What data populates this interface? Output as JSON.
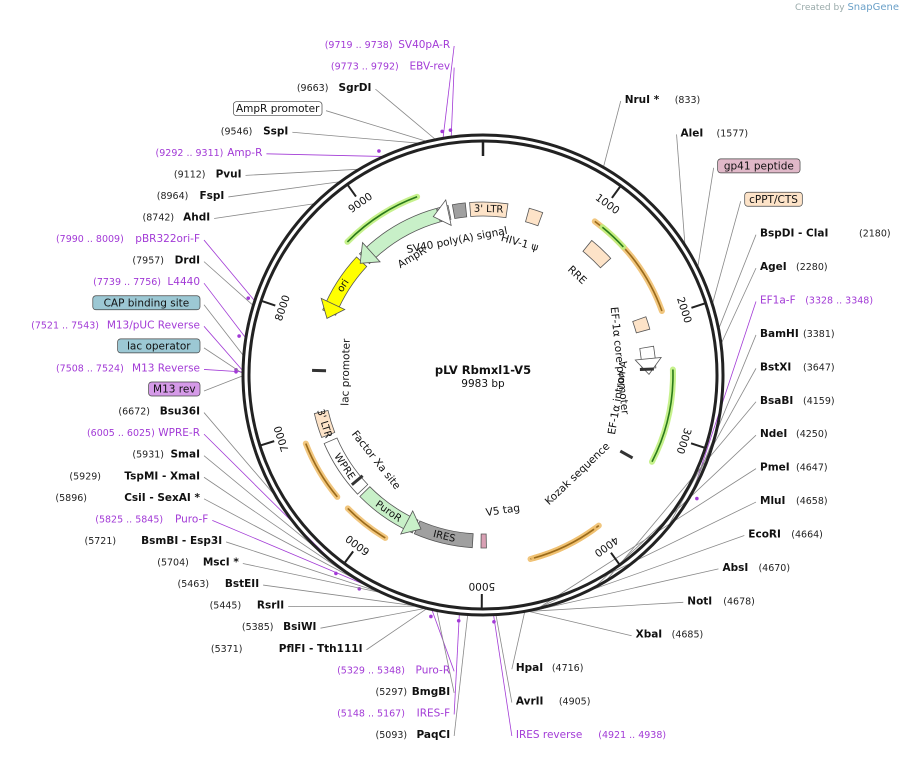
{
  "brand": {
    "created_by": "Created by",
    "app": "SnapGene"
  },
  "plasmid": {
    "name": "pLV Rbmxl1-V5",
    "size_label": "9983 bp",
    "length": 9983
  },
  "ticks": [
    1000,
    2000,
    3000,
    4000,
    5000,
    6000,
    7000,
    8000,
    9000
  ],
  "features": [
    {
      "name": "3' LTR",
      "start": 9860,
      "end": 230,
      "style": "box",
      "color": "#fde3c8",
      "label_inside": true
    },
    {
      "name": "HIV-1 ψ",
      "start": 430,
      "end": 560,
      "style": "box",
      "color": "#fde3c8"
    },
    {
      "name": "RRE",
      "start": 1080,
      "end": 1320,
      "style": "box",
      "color": "#fde3c8"
    },
    {
      "name": "cPPT/CTS",
      "start": 1950,
      "end": 2070,
      "style": "box",
      "color": "#fde3c8"
    },
    {
      "name": "EF-1α core promoter",
      "start": 2230,
      "end": 2430,
      "style": "arrow",
      "color": "#ffffff",
      "dir": 1
    },
    {
      "name": "EF-1α intron A",
      "start": 2440,
      "end": 2800,
      "style": "tick"
    },
    {
      "name": "Kozak sequence",
      "start": 3300,
      "end": 3320,
      "style": "tick"
    },
    {
      "name": "V5 tag",
      "start": 4960,
      "end": 5010,
      "style": "box",
      "color": "#d9a0b4"
    },
    {
      "name": "IRES",
      "start": 5090,
      "end": 5640,
      "style": "box",
      "color": "#a0a0a0",
      "label_inside": true
    },
    {
      "name": "PuroR",
      "start": 5660,
      "end": 6250,
      "style": "arrow",
      "color": "#c8f0c8",
      "dir": -1,
      "label_inside": true
    },
    {
      "name": "WPRE",
      "start": 6280,
      "end": 6840,
      "style": "box",
      "color": "#ffffff",
      "label_inside": true
    },
    {
      "name": "3' LTR",
      "start": 6900,
      "end": 7130,
      "style": "box",
      "color": "#fde3c8",
      "label_inside": true
    },
    {
      "name": "lac promoter",
      "start": 7530,
      "end": 7560,
      "style": "tick"
    },
    {
      "name": "ori",
      "start": 8100,
      "end": 8680,
      "style": "arrow",
      "color": "#ffff00",
      "dir": -1,
      "label_inside": true
    },
    {
      "name": "AmpR",
      "start": 8720,
      "end": 9550,
      "style": "arrow",
      "color": "#c8f0c8",
      "dir": -1
    },
    {
      "name": "AmpR promoter",
      "start": 9560,
      "end": 9660,
      "style": "arrow",
      "color": "#ffffff",
      "dir": -1
    },
    {
      "name": "SV40 poly(A) signal",
      "start": 9700,
      "end": 9820,
      "style": "box",
      "color": "#a0a0a0"
    },
    {
      "name": "Factor Xa site",
      "start": 6380,
      "end": 6400,
      "style": "tick"
    }
  ],
  "inner_labels": [
    {
      "text": "3' LTR",
      "at": 50
    },
    {
      "text": "HIV-1 ψ",
      "at": 430
    },
    {
      "text": "RRE",
      "at": 1200
    },
    {
      "text": "EF-1α core promoter",
      "at": 2330
    },
    {
      "text": "EF-1α intron A",
      "at": 2760
    },
    {
      "text": "Kozak sequence",
      "at": 3780
    },
    {
      "text": "V5 tag",
      "at": 4760
    },
    {
      "text": "IRES",
      "at": 5380
    },
    {
      "text": "PuroR",
      "at": 5960
    },
    {
      "text": "WPRE",
      "at": 6560
    },
    {
      "text": "Factor Xa site",
      "at": 6420
    },
    {
      "text": "3' LTR",
      "at": 7010
    },
    {
      "text": "lac promoter",
      "at": 7520
    },
    {
      "text": "ori",
      "at": 8390
    },
    {
      "text": "AmpR",
      "at": 9120
    },
    {
      "text": "SV40 poly(A) signal",
      "at": 9680
    }
  ],
  "orange_arcs": [
    {
      "start": 1000,
      "end": 1950
    },
    {
      "start": 3950,
      "end": 4590
    },
    {
      "start": 4000,
      "end": 4560
    },
    {
      "start": 5850,
      "end": 6250
    },
    {
      "start": 6380,
      "end": 6900
    }
  ],
  "green_arcs": [
    {
      "start": 1080,
      "end": 1320
    },
    {
      "start": 2450,
      "end": 3250
    },
    {
      "start": 8720,
      "end": 9420
    }
  ],
  "labels_right": [
    {
      "name": "NruI *",
      "pos": "(833)",
      "site": 833
    },
    {
      "name": "AleI",
      "pos": "(1577)",
      "site": 1577
    },
    {
      "name": "gp41 peptide",
      "pos": "",
      "site": 1750,
      "box": "#e0b8c8"
    },
    {
      "name": "cPPT/CTS",
      "pos": "",
      "site": 2010,
      "box": "#fde3c8"
    },
    {
      "name": "BspDI  - ClaI",
      "pos": "(2180)",
      "site": 2180
    },
    {
      "name": "AgeI",
      "pos": "(2280)",
      "site": 2280
    },
    {
      "name": "EF1a-F",
      "pos": "(3328 .. 3348)",
      "site": 3328,
      "primer": true
    },
    {
      "name": "BamHI",
      "pos": "(3381)",
      "site": 3381
    },
    {
      "name": "BstXI",
      "pos": "(3647)",
      "site": 3647
    },
    {
      "name": "BsaBI",
      "pos": "(4159)",
      "site": 4159
    },
    {
      "name": "NdeI",
      "pos": "(4250)",
      "site": 4250
    },
    {
      "name": "PmeI",
      "pos": "(4647)",
      "site": 4647
    },
    {
      "name": "MluI",
      "pos": "(4658)",
      "site": 4658
    },
    {
      "name": "EcoRI",
      "pos": "(4664)",
      "site": 4664
    },
    {
      "name": "AbsI",
      "pos": "(4670)",
      "site": 4670
    },
    {
      "name": "NotI",
      "pos": "(4678)",
      "site": 4678
    },
    {
      "name": "XbaI",
      "pos": "(4685)",
      "site": 4685
    },
    {
      "name": "HpaI",
      "pos": "(4716)",
      "site": 4716
    },
    {
      "name": "AvrII",
      "pos": "(4905)",
      "site": 4905
    },
    {
      "name": "IRES reverse",
      "pos": "(4921 .. 4938)",
      "site": 4921,
      "primer": true
    }
  ],
  "labels_left": [
    {
      "name": "SV40pA-R",
      "pos": "(9719 .. 9738)",
      "site": 9719,
      "primer": true
    },
    {
      "name": "EBV-rev",
      "pos": "(9773 .. 9792)",
      "site": 9773,
      "primer": true
    },
    {
      "name": "SgrDI",
      "pos": "(9663)",
      "site": 9663
    },
    {
      "name": "AmpR promoter",
      "pos": "",
      "site": 9600,
      "box": "#ffffff"
    },
    {
      "name": "SspI",
      "pos": "(9546)",
      "site": 9546
    },
    {
      "name": "Amp-R",
      "pos": "(9292 .. 9311)",
      "site": 9292,
      "primer": true
    },
    {
      "name": "PvuI",
      "pos": "(9112)",
      "site": 9112
    },
    {
      "name": "FspI",
      "pos": "(8964)",
      "site": 8964
    },
    {
      "name": "AhdI",
      "pos": "(8742)",
      "site": 8742
    },
    {
      "name": "pBR322ori-F",
      "pos": "(7990 .. 8009)",
      "site": 7990,
      "primer": true
    },
    {
      "name": "DrdI",
      "pos": "(7957)",
      "site": 7957
    },
    {
      "name": "L4440",
      "pos": "(7739 .. 7756)",
      "site": 7739,
      "primer": true
    },
    {
      "name": "CAP binding site",
      "pos": "",
      "site": 7620,
      "box": "#9cc8d4"
    },
    {
      "name": "M13/pUC Reverse",
      "pos": "(7521 .. 7543)",
      "site": 7521,
      "primer": true
    },
    {
      "name": "lac operator",
      "pos": "",
      "site": 7500,
      "box": "#9cc8d4"
    },
    {
      "name": "M13 Reverse",
      "pos": "(7508 .. 7524)",
      "site": 7508,
      "primer": true
    },
    {
      "name": "M13 rev",
      "pos": "",
      "site": 7480,
      "box": "#d59ae8"
    },
    {
      "name": "Bsu36I",
      "pos": "(6672)",
      "site": 6672
    },
    {
      "name": "WPRE-R",
      "pos": "(6005 .. 6025)",
      "site": 6005,
      "primer": true
    },
    {
      "name": "SmaI",
      "pos": "(5931)",
      "site": 5931
    },
    {
      "name": "TspMI  - XmaI",
      "pos": "(5929)",
      "site": 5929
    },
    {
      "name": "CsiI  - SexAI *",
      "pos": "(5896)",
      "site": 5896
    },
    {
      "name": "Puro-F",
      "pos": "(5825 .. 5845)",
      "site": 5825,
      "primer": true
    },
    {
      "name": "BsmBI  - Esp3I",
      "pos": "(5721)",
      "site": 5721
    },
    {
      "name": "MscI *",
      "pos": "(5704)",
      "site": 5704
    },
    {
      "name": "BstEII",
      "pos": "(5463)",
      "site": 5463
    },
    {
      "name": "RsrII",
      "pos": "(5445)",
      "site": 5445
    },
    {
      "name": "BsiWI",
      "pos": "(5385)",
      "site": 5385
    },
    {
      "name": "PflFI  - Tth111I",
      "pos": "(5371)",
      "site": 5371
    },
    {
      "name": "Puro-R",
      "pos": "(5329 .. 5348)",
      "site": 5329,
      "primer": true
    },
    {
      "name": "BmgBI",
      "pos": "(5297)",
      "site": 5297
    },
    {
      "name": "IRES-F",
      "pos": "(5148 .. 5167)",
      "site": 5148,
      "primer": true
    },
    {
      "name": "PaqCI",
      "pos": "(5093)",
      "site": 5093
    }
  ]
}
